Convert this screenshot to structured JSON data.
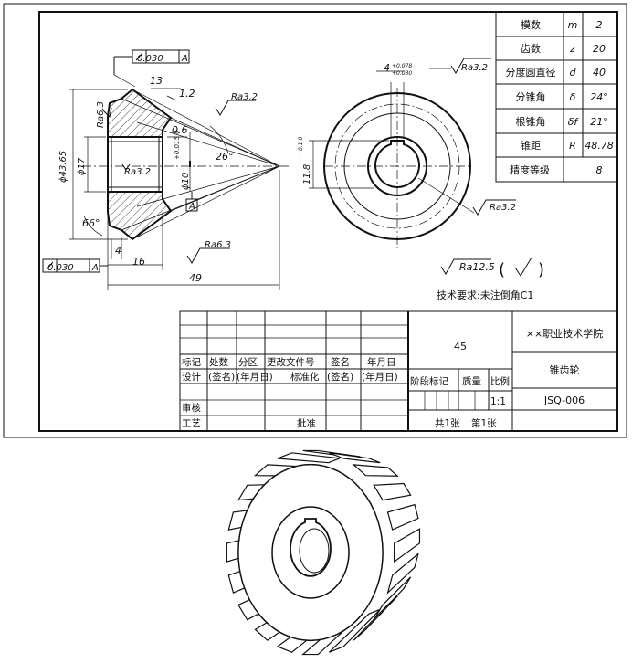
{
  "params": {
    "rows": [
      {
        "label": "模数",
        "symbol": "m",
        "value": "2"
      },
      {
        "label": "齿数",
        "symbol": "z",
        "value": "20"
      },
      {
        "label": "分度圆直径",
        "symbol": "d",
        "value": "40"
      },
      {
        "label": "分锥角",
        "symbol": "δ",
        "value": "24°"
      },
      {
        "label": "根锥角",
        "symbol": "δf",
        "value": "21°"
      },
      {
        "label": "锥距",
        "symbol": "R",
        "value": "48.78"
      },
      {
        "label": "精度等级",
        "symbol": "",
        "value": "8"
      }
    ]
  },
  "dims": {
    "runout_top": "0.030",
    "datum_top": "A",
    "runout_bottom": "0.030",
    "datum_bottom": "A",
    "datum_label": "A",
    "d13": "13",
    "d12": "1.2",
    "d06": "0.6",
    "d4": "4",
    "d16": "16",
    "d49": "49",
    "ang26": "26°",
    "ang66": "66°",
    "ra63_top": "Ra6.3",
    "ra32_top": "Ra3.2",
    "ra32_bore": "Ra3.2",
    "ra63_bottom": "Ra6.3",
    "phi4365": "ϕ43.65",
    "phi17": "ϕ17",
    "phi10": "ϕ10",
    "phi10_tol": "+0.015 0",
    "key_width": "4",
    "key_tol_upper": "+0.078",
    "key_tol_lower": "+0.030",
    "ra32_right_top": "Ra3.2",
    "key_depth": "11.8",
    "key_depth_tol": "+0.1 0",
    "ra32_right_bottom": "Ra3.2"
  },
  "notes": {
    "surface_default": "Ra12.5",
    "tech_req": "技术要求:未注倒角C1"
  },
  "title_block": {
    "material": "45",
    "school": "××职业技术学院",
    "part_name": "锥齿轮",
    "drawing_no": "JSQ-006",
    "scale": "1:1",
    "sheets": "共1张",
    "sheet_no": "第1张",
    "row_mark": [
      "标记",
      "处数",
      "分区",
      "更改文件号",
      "签名",
      "年月日"
    ],
    "row_design": [
      "设计",
      "(签名)",
      "(年月日)",
      "标准化",
      "(签名)",
      "(年月日)"
    ],
    "stage_mark": "阶段标记",
    "weight": "质量",
    "scale_label": "比例",
    "review": "审核",
    "process": "工艺",
    "approve": "批准"
  }
}
